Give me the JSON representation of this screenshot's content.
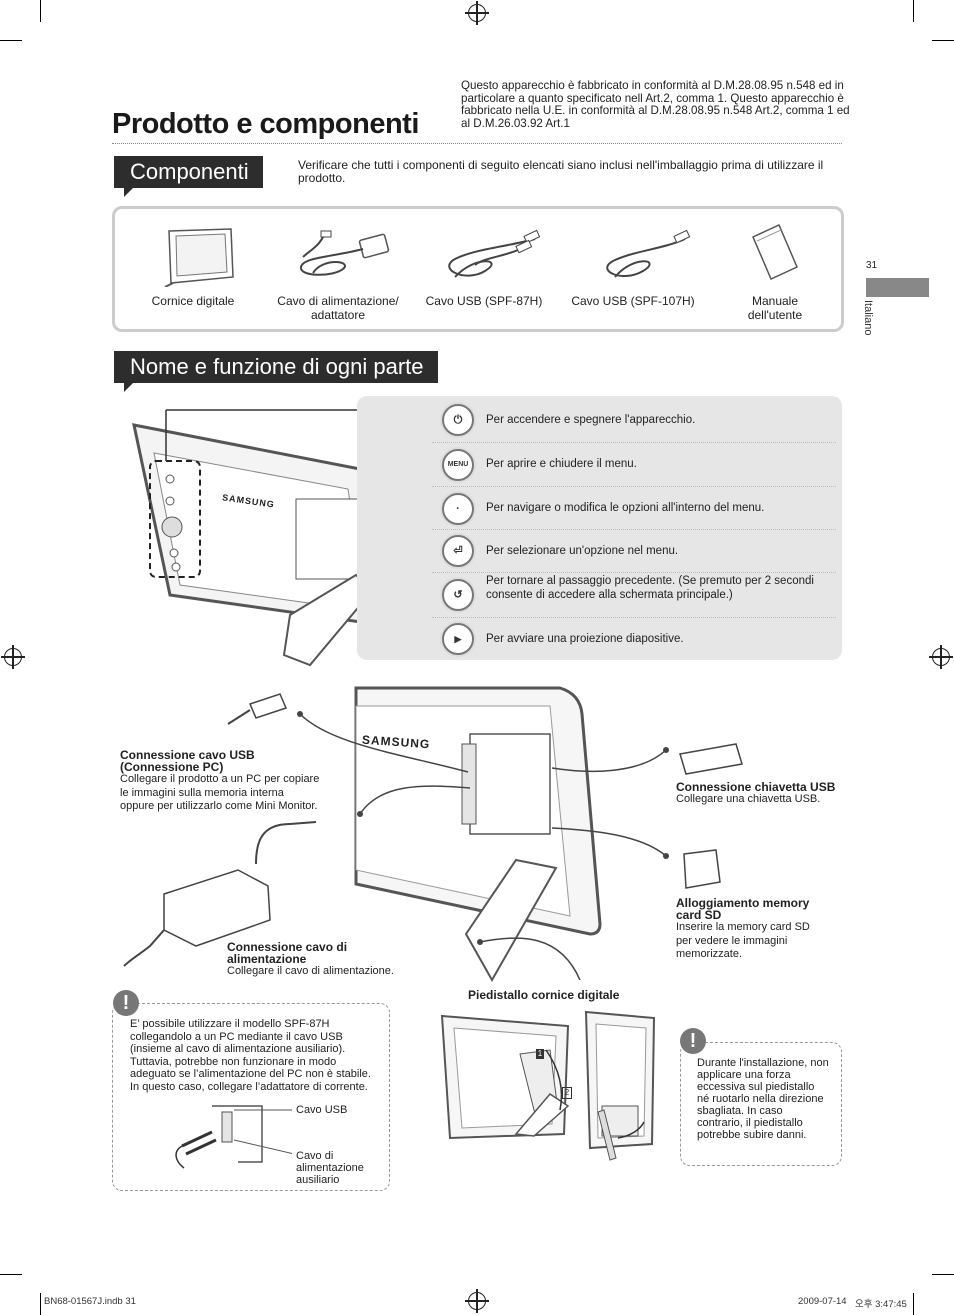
{
  "header": {
    "title": "Prodotto e componenti",
    "conformity_note": "Questo apparecchio è fabbricato in conformità al D.M.28.08.95 n.548 ed in particolare a quanto specificato nell Art.2, comma 1. Questo apparecchio è fabbricato nella U.E. in conformità al D.M.28.08.95 n.548 Art.2, comma 1 ed al D.M.26.03.92 Art.1"
  },
  "sections": {
    "components_heading": "Componenti",
    "components_intro": "Verificare che tutti i componenti di seguito elencati siano inclusi nell'imballaggio prima di utilizzare il prodotto.",
    "components": [
      {
        "label": "Cornice digitale",
        "icon": "photo-frame-icon"
      },
      {
        "label": "Cavo di alimentazione/ adattatore",
        "icon": "power-adapter-icon"
      },
      {
        "label": "Cavo USB (SPF-87H)",
        "icon": "usb-cable-icon"
      },
      {
        "label": "Cavo USB (SPF-107H)",
        "icon": "usb-cable-icon"
      },
      {
        "label": "Manuale dell'utente",
        "icon": "manual-icon"
      }
    ],
    "parts_heading": "Nome e funzione di ogni parte"
  },
  "side_tab": {
    "page_number": "31",
    "language": "Italiano",
    "tab_color": "#888888"
  },
  "buttons": [
    {
      "icon": "power-icon",
      "glyph": "⏻",
      "text": "Per accendere e spegnere l'apparecchio."
    },
    {
      "icon": "menu-icon",
      "glyph": "MENU",
      "text": "Per aprire e chiudere il menu."
    },
    {
      "icon": "navigation-icon",
      "glyph": "·",
      "text": "Per navigare o modifica le opzioni all'interno del menu."
    },
    {
      "icon": "enter-icon",
      "glyph": "⏎",
      "text": "Per selezionare un'opzione nel menu."
    },
    {
      "icon": "back-icon",
      "glyph": "↺",
      "text": "Per tornare al passaggio precedente. (Se premuto per 2 secondi consente di accedere alla schermata principale.)"
    },
    {
      "icon": "slideshow-icon",
      "glyph": "▶",
      "text": "Per avviare una proiezione diapositive."
    }
  ],
  "device": {
    "brand": "SAMSUNG"
  },
  "connections": {
    "usb_pc": {
      "title": "Connessione cavo USB (Connessione PC)",
      "body": "Collegare il prodotto a un PC per copiare le immagini sulla memoria interna oppure per utilizzarlo come Mini Monitor."
    },
    "usb_stick": {
      "title": "Connessione chiavetta USB",
      "body": "Collegare una chiavetta USB."
    },
    "power": {
      "title": "Connessione cavo di alimentazione",
      "body": "Collegare il cavo di alimentazione."
    },
    "sd": {
      "title": "Alloggiamento memory card SD",
      "body": "Inserire la memory card SD per vedere le immagini memorizzate."
    },
    "stand": {
      "title": "Piedistallo cornice digitale"
    }
  },
  "notes": {
    "left": {
      "text": "E’ possibile utilizzare il modello SPF-87H collegandolo a un PC mediante il cavo USB (insieme al cavo di alimentazione ausiliario). Tuttavia, potrebbe non funzionare in modo adeguato se l’alimentazione del PC non è stabile. In questo caso, collegare l’adattatore di corrente.",
      "label_usb": "Cavo USB",
      "label_power": "Cavo di alimentazione ausiliario"
    },
    "right": {
      "text": "Durante l'installazione, non applicare una forza eccessiva sul piedistallo né ruotarlo nella direzione sbagliata. In caso contrario, il piedistallo potrebbe subire danni."
    },
    "exclamation": "!"
  },
  "stand_steps": [
    "1",
    "2"
  ],
  "footer": {
    "file": "BN68-01567J.indb   31",
    "date": "2009-07-14",
    "time": "오후 3:47:45"
  }
}
